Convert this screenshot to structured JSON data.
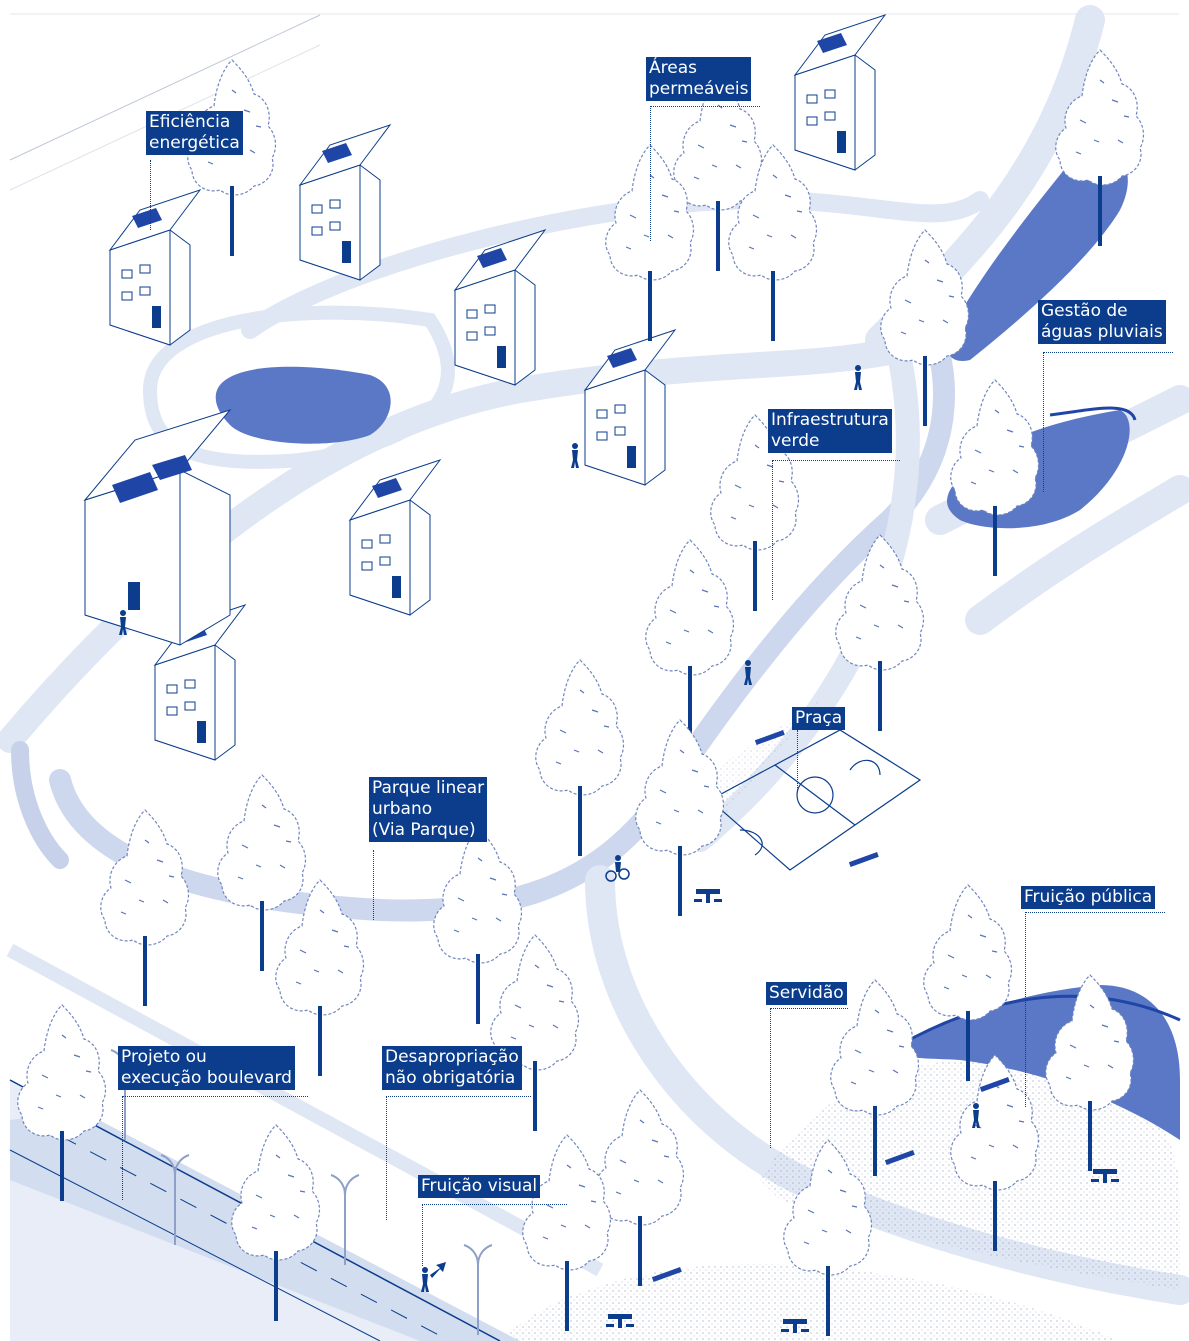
{
  "colors": {
    "path": "#dfe6f4",
    "path_edge": "#b9c6e3",
    "water": "#5a78c6",
    "water_dark": "#1f46a6",
    "ink": "#0b3d8c",
    "label_bg": "#0b3d8c",
    "label_text": "#ffffff"
  },
  "labels": {
    "eficiencia": [
      "Eficiência",
      "energética"
    ],
    "areas": [
      "Áreas",
      "permeáveis"
    ],
    "gestao": [
      "Gestão de",
      "águas pluviais"
    ],
    "infra": [
      "Infraestrutura",
      "verde"
    ],
    "praca": [
      "Praça"
    ],
    "parque": [
      "Parque linear",
      "urbano",
      "(Via Parque)"
    ],
    "fruicao_publica": [
      "Fruição pública"
    ],
    "servidao": [
      "Servidão"
    ],
    "projeto": [
      "Projeto ou",
      "execução boulevard"
    ],
    "desapropriacao": [
      "Desapropriação",
      "não obrigatória"
    ],
    "fruicao_visual": [
      "Fruição visual"
    ]
  },
  "icons": {
    "tree": "tree-icon",
    "building": "building-icon",
    "solar_panel": "solar-panel-icon",
    "pond": "pond-icon",
    "bench": "bench-icon",
    "picnic_table": "picnic-table-icon",
    "pedestrian": "pedestrian-icon",
    "cyclist": "cyclist-icon",
    "street_lamp": "street-lamp-icon",
    "sports_court": "sports-court-icon"
  }
}
